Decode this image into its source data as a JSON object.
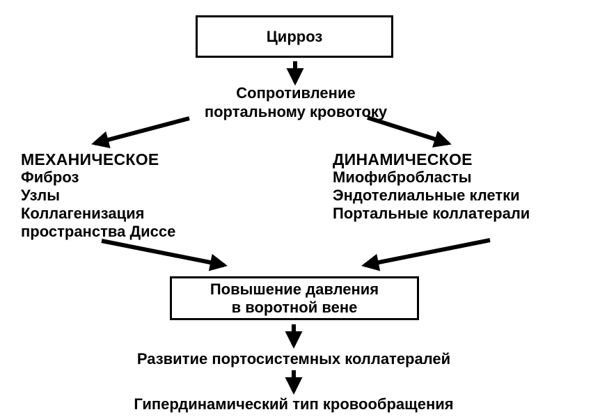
{
  "diagram": {
    "top_box": {
      "label": "Цирроз"
    },
    "resistance": {
      "line1": "Сопротивление",
      "line2": "портальному кровотоку"
    },
    "mechanical": {
      "heading": "МЕХАНИЧЕСКОЕ",
      "items": [
        "Фиброз",
        "Узлы",
        "Коллагенизация",
        "пространства Диссе"
      ]
    },
    "dynamic": {
      "heading": "ДИНАМИЧЕСКОЕ",
      "items": [
        "Миофибробласты",
        "Эндотелиальные клетки",
        "Портальные коллатерали"
      ]
    },
    "pressure_box": {
      "line1": "Повышение давления",
      "line2": "в воротной вене"
    },
    "collaterals": {
      "label": "Развитие портосистемных коллатералей"
    },
    "circulation": {
      "label": "Гипердинамический тип кровообращения"
    }
  }
}
